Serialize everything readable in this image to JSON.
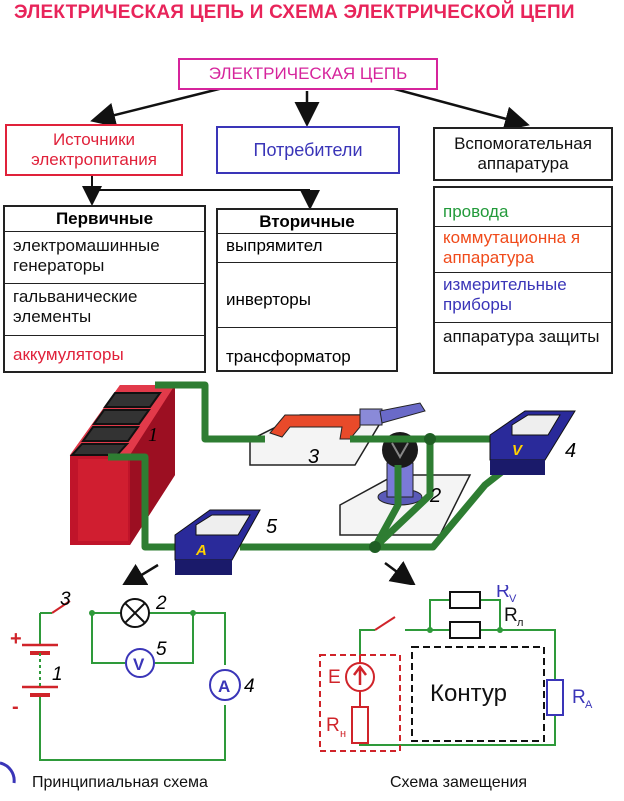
{
  "title": "ЭЛЕКТРИЧЕСКАЯ ЦЕПЬ И СХЕМА ЭЛЕКТРИЧЕСКОЙ ЦЕПИ",
  "root": "ЭЛЕКТРИЧЕСКАЯ ЦЕПЬ",
  "categories": {
    "sources": "Источники электропитания",
    "consumers": "Потребители",
    "auxiliary": "Вспомогательная аппаратура"
  },
  "primary": {
    "header": "Первичные",
    "items": [
      "электромашинные генераторы",
      "гальванические элементы",
      "аккумуляторы"
    ]
  },
  "secondary": {
    "header": "Вторичные",
    "items": [
      "выпрямител",
      "инверторы",
      "трансформатор"
    ]
  },
  "auxiliary_items": [
    "провода",
    "коммутационна я аппаратура",
    "измерительные приборы",
    "аппаратура защиты"
  ],
  "illustration": {
    "labels": [
      "1",
      "2",
      "3",
      "4",
      "5"
    ],
    "meter_voltmeter": "V",
    "meter_ammeter": "A"
  },
  "principal": {
    "caption": "Принципиальная схема",
    "plus": "+",
    "minus": "-",
    "labels": [
      "3",
      "2",
      "5",
      "1",
      "4"
    ],
    "voltmeter": "V",
    "ammeter": "A"
  },
  "equivalent": {
    "caption": "Схема замещения",
    "E": "E",
    "Rn": "R",
    "Rn_sub": "н",
    "Rv": "R",
    "Rv_sub": "V",
    "Rl": "R",
    "Rl_sub": "л",
    "Ra": "R",
    "Ra_sub": "А",
    "contour": "Контур"
  },
  "colors": {
    "title": "#e8245a",
    "magenta": "#d6249c",
    "red": "#e0213a",
    "blue": "#3a35b8",
    "green": "#229a3a",
    "orange": "#f04a1a",
    "wire": "#2e7d32"
  }
}
